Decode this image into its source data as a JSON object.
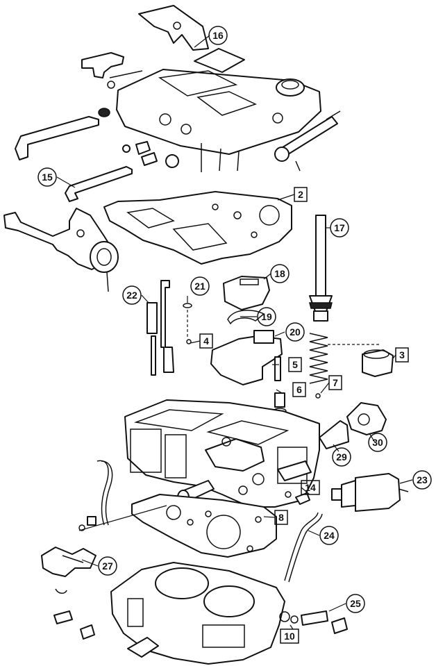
{
  "diagram": {
    "circled_labels": [
      {
        "id": "16",
        "text": "16"
      },
      {
        "id": "15",
        "text": "15"
      },
      {
        "id": "17",
        "text": "17"
      },
      {
        "id": "18",
        "text": "18"
      },
      {
        "id": "21",
        "text": "21"
      },
      {
        "id": "22",
        "text": "22"
      },
      {
        "id": "19",
        "text": "19"
      },
      {
        "id": "20",
        "text": "20"
      },
      {
        "id": "30",
        "text": "30"
      },
      {
        "id": "29",
        "text": "29"
      },
      {
        "id": "23",
        "text": "23"
      },
      {
        "id": "24",
        "text": "24"
      },
      {
        "id": "27",
        "text": "27"
      },
      {
        "id": "25",
        "text": "25"
      }
    ],
    "boxed_labels": [
      {
        "id": "2",
        "text": "2"
      },
      {
        "id": "4",
        "text": "4"
      },
      {
        "id": "3",
        "text": "3"
      },
      {
        "id": "5",
        "text": "5"
      },
      {
        "id": "6",
        "text": "6"
      },
      {
        "id": "7",
        "text": "7"
      },
      {
        "id": "14",
        "text": "14"
      },
      {
        "id": "8",
        "text": "8"
      },
      {
        "id": "10",
        "text": "10"
      }
    ]
  }
}
